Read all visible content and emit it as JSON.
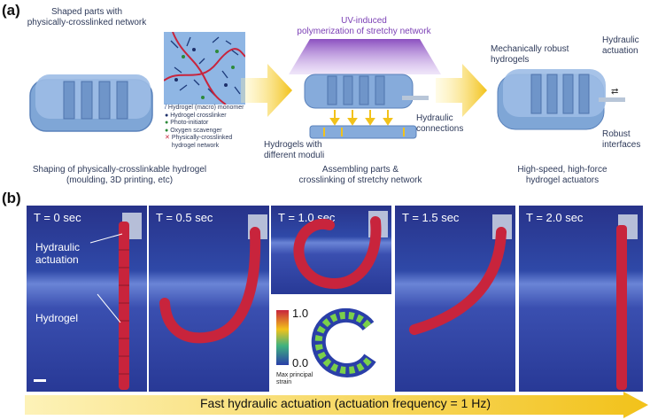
{
  "panel_a": {
    "tag": "(a)",
    "shaped_parts": "Shaped parts with\nphysically-crosslinked network",
    "legend": {
      "items": [
        "Hydrogel (macro) monomer",
        "Hydrogel crosslinker",
        "Photo-initiator",
        "Oxygen scavenger",
        "Physically-crosslinked\nhydrogel network"
      ]
    },
    "uv_label": "UV-induced\npolymerization of stretchy network",
    "hydraulic_connections": "Hydraulic\nconnections",
    "hydrogels_moduli": "Hydrogels with\ndifferent moduli",
    "mech_robust": "Mechanically robust\nhydrogels",
    "hydraulic_actuation": "Hydraulic\nactuation",
    "robust_interfaces": "Robust\ninterfaces",
    "caption_1": "Shaping of physically-crosslinkable hydrogel\n(moulding, 3D printing, etc)",
    "caption_2": "Assembling parts &\ncrosslinking of stretchy network",
    "caption_3": "High-speed, high-force\nhydrogel actuators"
  },
  "panel_b": {
    "tag": "(b)",
    "frames": [
      {
        "time": "T = 0 sec"
      },
      {
        "time": "T = 0.5 sec"
      },
      {
        "time": "T = 1.0 sec"
      },
      {
        "time": "T = 1.5 sec"
      },
      {
        "time": "T = 2.0 sec"
      }
    ],
    "hydraulic_actuation": "Hydraulic\nactuation",
    "hydrogel": "Hydrogel",
    "colorbar_max": "1.0",
    "colorbar_min": "0.0",
    "colorbar_label": "Max principal\nstrain",
    "arrow_text": "Fast hydraulic actuation (actuation frequency = 1 Hz)"
  },
  "colors": {
    "gel_blue": "#7fa6d6",
    "uv_purple": "#8b4fc0",
    "arrow_yellow": "#f2c21a",
    "actuator_red": "#c8243c"
  }
}
